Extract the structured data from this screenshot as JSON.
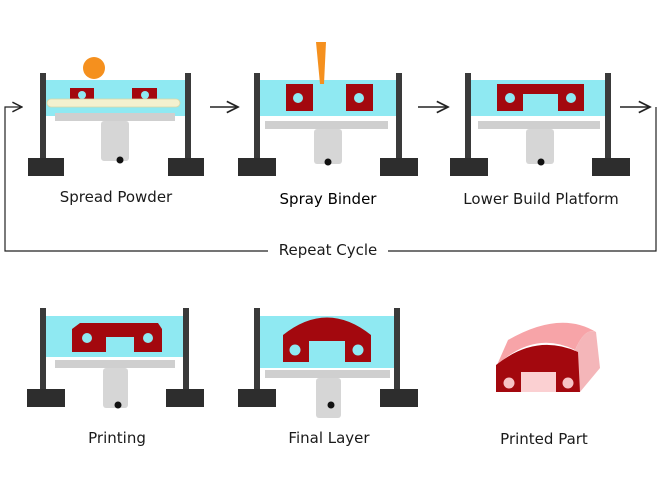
{
  "steps": [
    {
      "label": "Spread Powder"
    },
    {
      "label": "Spray Binder"
    },
    {
      "label": "Lower Build Platform"
    },
    {
      "label": "Printing"
    },
    {
      "label": "Final Layer"
    },
    {
      "label": "Printed Part"
    }
  ],
  "cycle_label": "Repeat Cycle",
  "colors": {
    "powder_bath": "#8fe9f2",
    "part": "#a3080e",
    "part_light": "#f7a4a8",
    "frame": "#3a3a3a",
    "platform": "#cfcfcf",
    "spreader": "#f5901e",
    "binder_jet": "#f5901e",
    "arrow": "#222222"
  }
}
